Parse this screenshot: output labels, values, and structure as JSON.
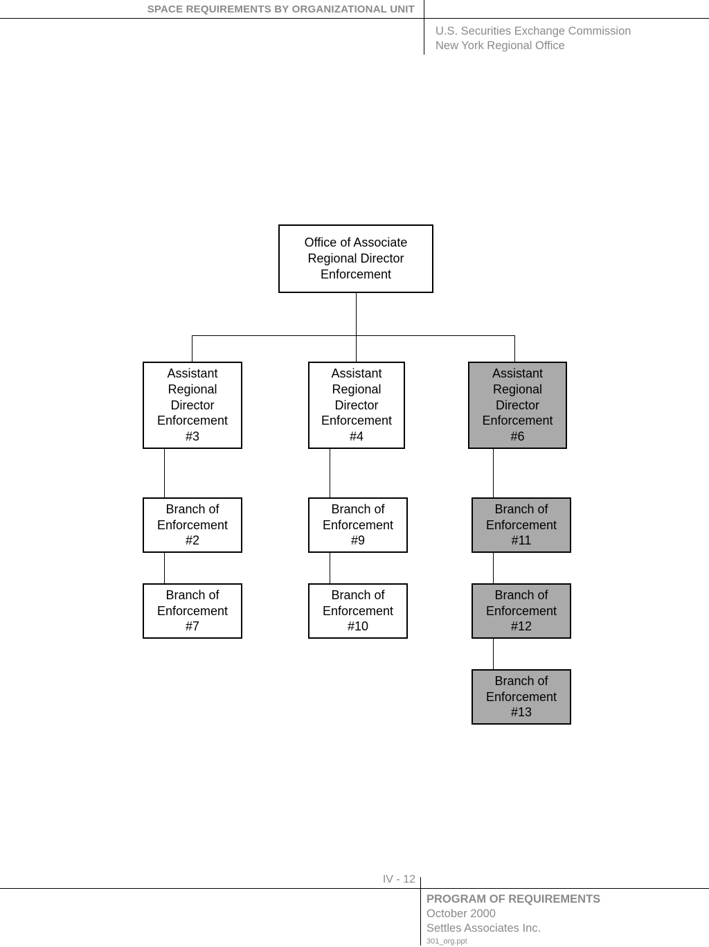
{
  "header": {
    "title": "SPACE REQUIREMENTS BY ORGANIZATIONAL UNIT",
    "org_line1": "U.S. Securities Exchange Commission",
    "org_line2": "New York Regional Office"
  },
  "org_chart": {
    "root": {
      "label": "Office of Associate\nRegional Director\nEnforcement"
    },
    "assistants": [
      {
        "label": "Assistant\nRegional\nDirector\nEnforcement\n#3",
        "shaded": false
      },
      {
        "label": "Assistant\nRegional\nDirector\nEnforcement\n#4",
        "shaded": false
      },
      {
        "label": "Assistant\nRegional\nDirector\nEnforcement\n#6",
        "shaded": true
      }
    ],
    "branches": [
      {
        "label": "Branch of\nEnforcement\n#2",
        "shaded": false
      },
      {
        "label": "Branch of\nEnforcement\n#7",
        "shaded": false
      },
      {
        "label": "Branch of\nEnforcement\n#9",
        "shaded": false
      },
      {
        "label": "Branch of\nEnforcement\n#10",
        "shaded": false
      },
      {
        "label": "Branch of\nEnforcement\n#11",
        "shaded": true
      },
      {
        "label": "Branch of\nEnforcement\n#12",
        "shaded": true
      },
      {
        "label": "Branch of\nEnforcement\n#13",
        "shaded": true
      }
    ],
    "shade_color": "#aaaaaa"
  },
  "footer": {
    "page_number": "IV - 12",
    "program": "PROGRAM OF REQUIREMENTS",
    "date": "October 2000",
    "company": "Settles Associates Inc.",
    "filename": "301_org.ppt"
  }
}
